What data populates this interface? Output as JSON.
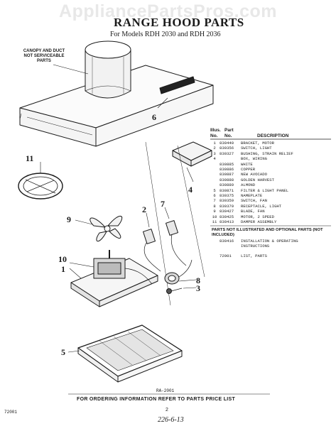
{
  "watermark": "AppliancePartsPros.com",
  "title": "RANGE HOOD PARTS",
  "subtitle": "For Models RDH 2030 and RDH 2036",
  "canopy_note": "CANOPY AND DUCT NOT SERVICEABLE PARTS",
  "callouts": [
    "1",
    "2",
    "3",
    "4",
    "5",
    "6",
    "7",
    "8",
    "9",
    "10",
    "11"
  ],
  "table": {
    "head_illus": "Illus. No.",
    "head_part": "Part No.",
    "head_desc": "DESCRIPTION",
    "rows": [
      {
        "illus": "1",
        "part": "830440",
        "desc": "BRACKET, MOTOR"
      },
      {
        "illus": "2",
        "part": "830356",
        "desc": "SWITCH, LIGHT"
      },
      {
        "illus": "3",
        "part": "830327",
        "desc": "BUSHING, STRAIN RELIEF"
      },
      {
        "illus": "4",
        "part": "",
        "desc": "BOX, WIRING"
      },
      {
        "illus": "",
        "part": "830885",
        "desc": "WHITE"
      },
      {
        "illus": "",
        "part": "830886",
        "desc": "COPPER"
      },
      {
        "illus": "",
        "part": "830887",
        "desc": "NEW AVOCADO"
      },
      {
        "illus": "",
        "part": "830888",
        "desc": "GOLDEN HARVEST"
      },
      {
        "illus": "",
        "part": "830889",
        "desc": "ALMOND"
      },
      {
        "illus": "5",
        "part": "830871",
        "desc": "FILTER & LIGHT PANEL"
      },
      {
        "illus": "6",
        "part": "830375",
        "desc": "NAMEPLATE"
      },
      {
        "illus": "7",
        "part": "830359",
        "desc": "SWITCH, FAN"
      },
      {
        "illus": "8",
        "part": "830379",
        "desc": "RECEPTACLE, LIGHT"
      },
      {
        "illus": "9",
        "part": "830427",
        "desc": "BLADE, FAN"
      },
      {
        "illus": "10",
        "part": "830425",
        "desc": "MOTOR, 2 SPEED"
      },
      {
        "illus": "11",
        "part": "830413",
        "desc": "DAMPER ASSEMBLY"
      }
    ]
  },
  "extra_note": "PARTS NOT ILLUSTRATED AND OPTIONAL PARTS (NOT INCLUDED)",
  "extra_rows": [
    {
      "part": "830416",
      "desc": "INSTALLATION & OPERATING INSTRUCTIONS"
    },
    {
      "part": "72001",
      "desc": "LIST, PARTS"
    }
  ],
  "drawing_code": "RA-2001",
  "order_note": "FOR ORDERING INFORMATION REFER TO PARTS PRICE LIST",
  "page_number": "2",
  "footer_code": "72001",
  "handwritten": "226-6-13",
  "colors": {
    "ink": "#1a1a1a",
    "watermark": "#e8e8e8",
    "paper": "#ffffff"
  }
}
